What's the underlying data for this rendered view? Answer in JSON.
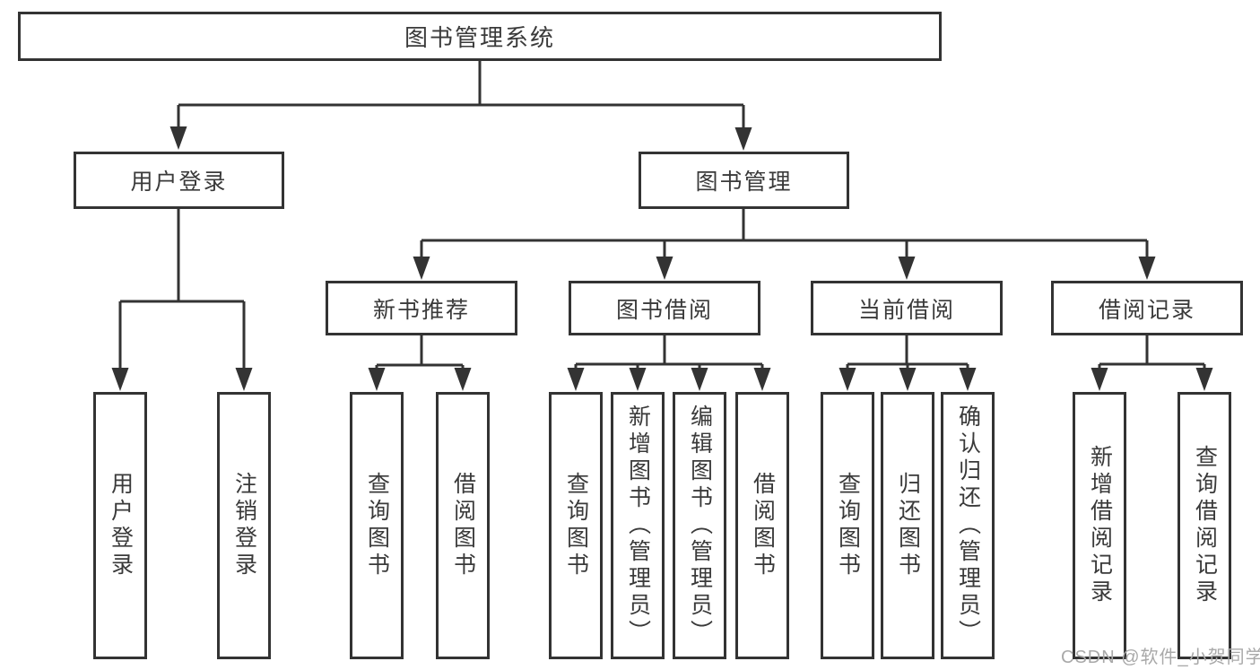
{
  "diagram": {
    "root": {
      "label": "图书管理系统"
    },
    "level1": [
      {
        "label": "用户登录"
      },
      {
        "label": "图书管理"
      }
    ],
    "level2": [
      {
        "label": "新书推荐"
      },
      {
        "label": "图书借阅"
      },
      {
        "label": "当前借阅"
      },
      {
        "label": "借阅记录"
      }
    ],
    "leaves": {
      "user_login": [
        "用户登录",
        "注销登录"
      ],
      "new_books": [
        "查询图书",
        "借阅图书"
      ],
      "book_borrow": [
        "查询图书",
        "新增图书（管理员）",
        "编辑图书（管理员）",
        "借阅图书"
      ],
      "current_borrow": [
        "查询图书",
        "归还图书",
        "确认归还（管理员）"
      ],
      "borrow_records": [
        "新增借阅记录",
        "查询借阅记录"
      ]
    }
  },
  "watermark": {
    "text": "CSDN @软件_小贺同学"
  },
  "colors": {
    "line": "#333333",
    "box_border": "#333333",
    "text": "#3a3a3a",
    "background": "#ffffff",
    "watermark": "#a9a9a9"
  }
}
